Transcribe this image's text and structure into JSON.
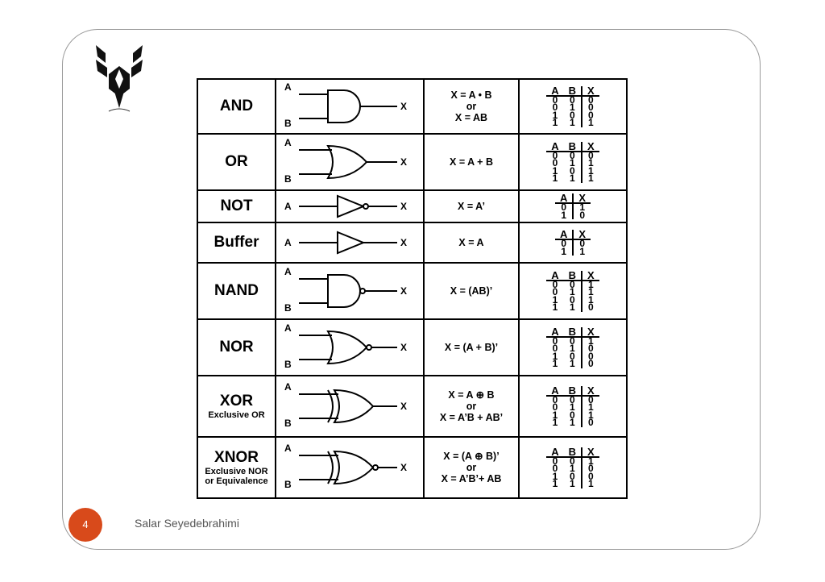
{
  "slide": {
    "page_number": "4",
    "author": "Salar Seyedebrahimi"
  },
  "labels": {
    "a": "A",
    "b": "B",
    "x": "X"
  },
  "gates": [
    {
      "name": "AND",
      "sub": "",
      "expr": [
        "X = A • B",
        "or",
        "X = AB"
      ],
      "tt_header": [
        "A",
        "B",
        "X"
      ],
      "tt": [
        [
          "0",
          "0",
          "0"
        ],
        [
          "0",
          "1",
          "0"
        ],
        [
          "1",
          "0",
          "0"
        ],
        [
          "1",
          "1",
          "1"
        ]
      ]
    },
    {
      "name": "OR",
      "sub": "",
      "expr": [
        "X = A + B"
      ],
      "tt_header": [
        "A",
        "B",
        "X"
      ],
      "tt": [
        [
          "0",
          "0",
          "0"
        ],
        [
          "0",
          "1",
          "1"
        ],
        [
          "1",
          "0",
          "1"
        ],
        [
          "1",
          "1",
          "1"
        ]
      ]
    },
    {
      "name": "NOT",
      "sub": "",
      "expr": [
        "X = A’"
      ],
      "tt_header": [
        "A",
        "X"
      ],
      "tt": [
        [
          "0",
          "1"
        ],
        [
          "1",
          "0"
        ]
      ]
    },
    {
      "name": "Buffer",
      "sub": "",
      "expr": [
        "X = A"
      ],
      "tt_header": [
        "A",
        "X"
      ],
      "tt": [
        [
          "0",
          "0"
        ],
        [
          "1",
          "1"
        ]
      ]
    },
    {
      "name": "NAND",
      "sub": "",
      "expr": [
        "X = (AB)’"
      ],
      "tt_header": [
        "A",
        "B",
        "X"
      ],
      "tt": [
        [
          "0",
          "0",
          "1"
        ],
        [
          "0",
          "1",
          "1"
        ],
        [
          "1",
          "0",
          "1"
        ],
        [
          "1",
          "1",
          "0"
        ]
      ]
    },
    {
      "name": "NOR",
      "sub": "",
      "expr": [
        "X = (A + B)’"
      ],
      "tt_header": [
        "A",
        "B",
        "X"
      ],
      "tt": [
        [
          "0",
          "0",
          "1"
        ],
        [
          "0",
          "1",
          "0"
        ],
        [
          "1",
          "0",
          "0"
        ],
        [
          "1",
          "1",
          "0"
        ]
      ]
    },
    {
      "name": "XOR",
      "sub": "Exclusive OR",
      "expr": [
        "X = A ⊕ B",
        "or",
        "X = A’B + AB’"
      ],
      "tt_header": [
        "A",
        "B",
        "X"
      ],
      "tt": [
        [
          "0",
          "0",
          "0"
        ],
        [
          "0",
          "1",
          "1"
        ],
        [
          "1",
          "0",
          "1"
        ],
        [
          "1",
          "1",
          "0"
        ]
      ]
    },
    {
      "name": "XNOR",
      "sub": "Exclusive NOR\nor Equivalence",
      "expr": [
        "X = (A ⊕ B)’",
        "or",
        "X = A’B’+ AB"
      ],
      "tt_header": [
        "A",
        "B",
        "X"
      ],
      "tt": [
        [
          "0",
          "0",
          "1"
        ],
        [
          "0",
          "1",
          "0"
        ],
        [
          "1",
          "0",
          "0"
        ],
        [
          "1",
          "1",
          "1"
        ]
      ]
    }
  ]
}
